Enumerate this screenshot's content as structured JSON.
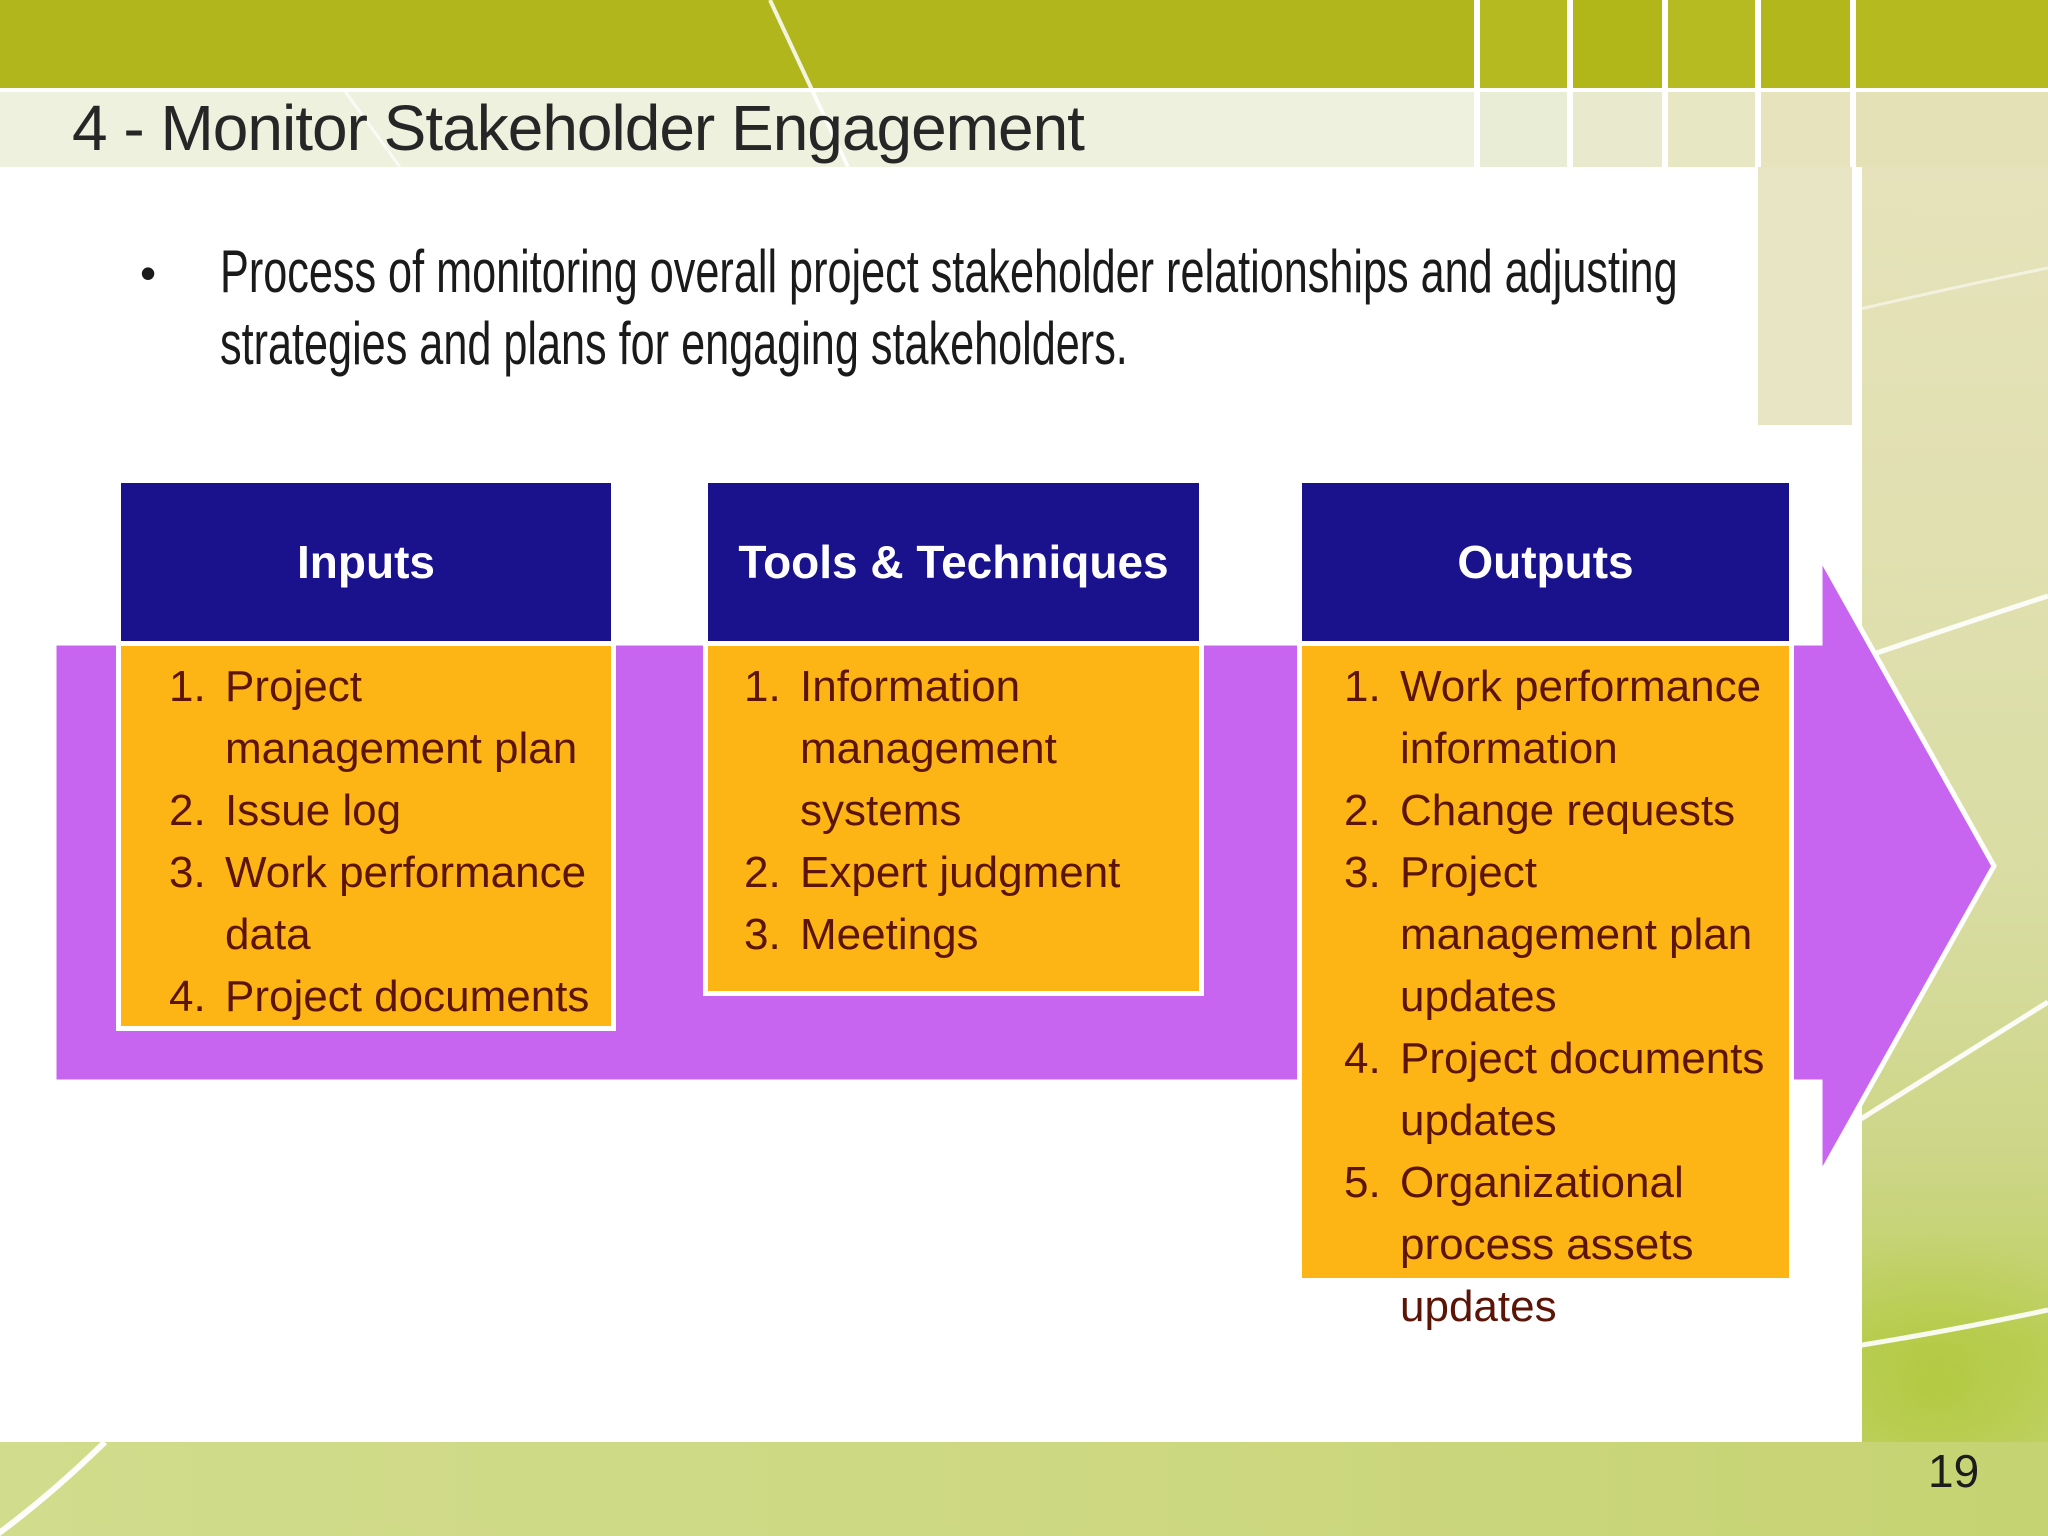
{
  "colors": {
    "olive-strip": "#b0b61c",
    "title-band": "#edf1de",
    "navy": "#1a128d",
    "orange": "#fcb515",
    "purple": "#c765f0",
    "maroon": "#5c1407",
    "title-text": "#262626",
    "body-text": "#1a1a1a",
    "footer-green": "#cbd77d"
  },
  "slide": {
    "title": "4 - Monitor Stakeholder Engagement",
    "page_number": "19",
    "bullet_marker": "•",
    "bullet_lines": [
      "Process of monitoring overall project stakeholder relationships and adjusting",
      "strategies and plans for engaging stakeholders."
    ],
    "process_boxes": [
      {
        "header": "Inputs",
        "items": [
          "Project management plan",
          "Issue log",
          "Work performance data",
          "Project documents"
        ]
      },
      {
        "header": "Tools & Techniques",
        "items": [
          "Information management systems",
          "Expert judgment",
          "Meetings"
        ]
      },
      {
        "header": "Outputs",
        "items": [
          "Work performance information",
          "Change requests",
          "Project management plan updates",
          "Project documents updates",
          "Organizational process assets updates"
        ]
      }
    ]
  }
}
